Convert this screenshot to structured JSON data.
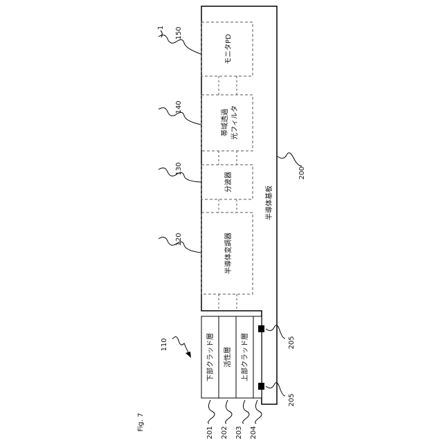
{
  "figure_label": "Fig. 7",
  "device_ref": "1",
  "substrate": {
    "ref": "200",
    "label": "半導体基板"
  },
  "components": [
    {
      "ref": "150",
      "label": "モニタPD"
    },
    {
      "ref": "140",
      "label_line1": "帯域透過",
      "label_line2": "光フィルタ"
    },
    {
      "ref": "130",
      "label": "分波器"
    },
    {
      "ref": "120",
      "label": "半導体変調器"
    }
  ],
  "laser": {
    "ref": "110"
  },
  "layers": [
    {
      "ref": "201",
      "label": "下部クラッド層"
    },
    {
      "ref": "202",
      "label": "活性層"
    },
    {
      "ref": "203",
      "label": "上部クラッド層"
    },
    {
      "ref": "204"
    }
  ],
  "bonds": [
    {
      "ref": "205"
    },
    {
      "ref": "205"
    }
  ]
}
